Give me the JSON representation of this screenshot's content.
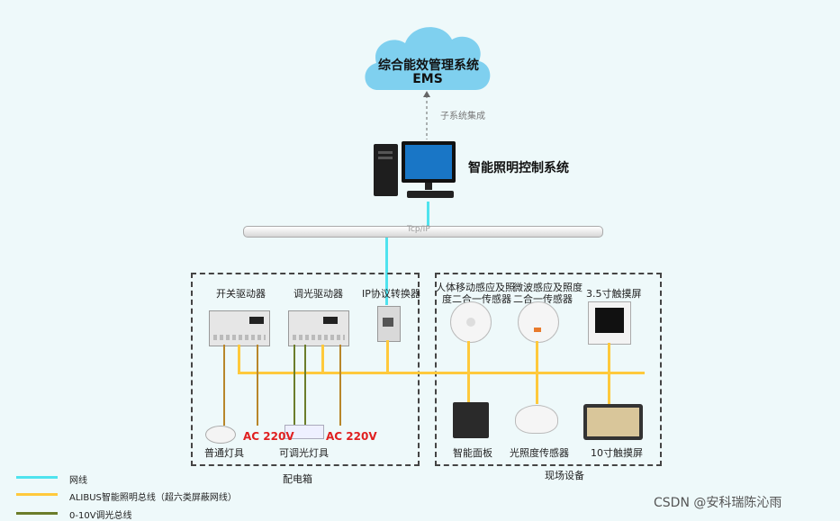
{
  "cloud": {
    "line1": "综合能效管理系统",
    "line2": "EMS"
  },
  "integration_label": "子系统集成",
  "control_system": "智能照明控制系统",
  "bus_label": "Tcp/IP",
  "left_box": {
    "title": "配电箱",
    "modules": [
      "开关驱动器",
      "调光驱动器",
      "IP协议转换器"
    ],
    "lamps": [
      "普通灯具",
      "可调光灯具"
    ],
    "ac": [
      "AC 220V",
      "AC 220V"
    ]
  },
  "right_box": {
    "title": "现场设备",
    "sensor1": [
      "人体移动感应及照",
      "度二合一传感器"
    ],
    "sensor2": [
      "微波感应及照度",
      "二合一传感器"
    ],
    "screen_small": "3.5寸触摸屏",
    "panel": "智能面板",
    "light_sensor": "光照度传感器",
    "screen_large": "10寸触摸屏"
  },
  "legend": [
    {
      "label": "网线",
      "color": "#4fe3ee"
    },
    {
      "label": "ALIBUS智能照明总线（超六类屏蔽网线）",
      "color": "#ffc93c"
    },
    {
      "label": "0-10V调光总线",
      "color": "#6b7d2a"
    }
  ],
  "watermark": "CSDN @安科瑞陈沁雨",
  "colors": {
    "net": "#4fe3ee",
    "bus": "#ffc93c",
    "dim": "#6b7d2a",
    "power": "#b8862a",
    "cloud": "#7fd0ef"
  }
}
